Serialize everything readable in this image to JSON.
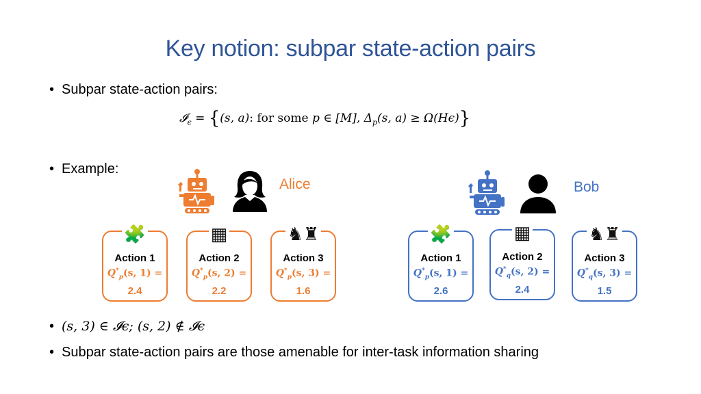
{
  "slide": {
    "title": "Key notion: subpar state-action pairs",
    "bullet1": "Subpar state-action pairs:",
    "formula": {
      "lhs": "𝓘",
      "lhs_sub": "ϵ",
      "eq": " = ",
      "open": "{",
      "pair": "(s, a)",
      "colon": ": ",
      "text": "for some ",
      "cond": "p ∈ [M], Δ",
      "cond_sub": "p",
      "rest": "(s, a) ≥ Ω(Hϵ)",
      "close": "}"
    },
    "bullet2": "Example:",
    "bullet3": "(s, 3) ∈ 𝓘ϵ; (s, 2) ∉ 𝓘ϵ",
    "bullet4": "Subpar state-action pairs are those amenable for inter-task information sharing",
    "bullet_symbol": "•"
  },
  "colors": {
    "title": "#2f5597",
    "alice": "#ed7d31",
    "bob": "#4472c4"
  },
  "alice": {
    "name": "Alice",
    "robot_icon": "robot-icon",
    "person_icon": "woman-icon",
    "q_letter": "Q",
    "q_star": "*",
    "q_sub": "p",
    "actions": [
      {
        "label": "Action 1",
        "arg": "(s, 1) =",
        "value": "2.4",
        "icon": "puzzle-icon",
        "glyph": "🧩"
      },
      {
        "label": "Action 2",
        "arg": "(s, 2) =",
        "value": "2.2",
        "icon": "maze-icon",
        "glyph": "▦"
      },
      {
        "label": "Action 3",
        "arg": "(s, 3) =",
        "value": "1.6",
        "icon": "chess-icon",
        "glyph": "♞♜"
      }
    ]
  },
  "bob": {
    "name": "Bob",
    "robot_icon": "robot-icon",
    "person_icon": "man-icon",
    "q_letter": "Q",
    "q_star": "*",
    "q_sub_1": "p",
    "q_sub": "q",
    "actions": [
      {
        "label": "Action 1",
        "arg": "(s, 1) =",
        "value": "2.6",
        "icon": "puzzle-icon",
        "glyph": "🧩",
        "sub": "p"
      },
      {
        "label": "Action 2",
        "arg": "(s, 2) =",
        "value": "2.4",
        "icon": "maze-icon",
        "glyph": "▦",
        "sub": "q"
      },
      {
        "label": "Action 3",
        "arg": "(s, 3) =",
        "value": "1.5",
        "icon": "chess-icon",
        "glyph": "♞♜",
        "sub": "q"
      }
    ]
  }
}
